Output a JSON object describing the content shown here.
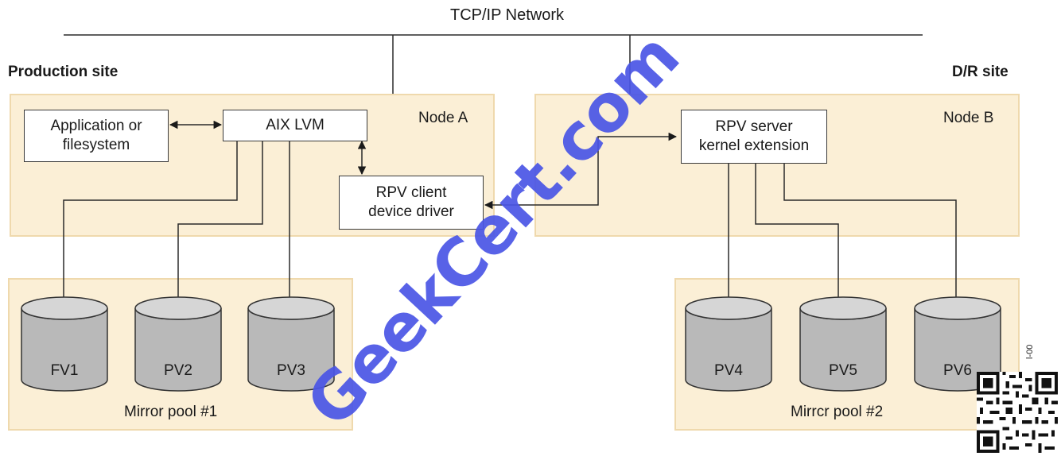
{
  "network": {
    "label": "TCP/IP Network"
  },
  "sites": {
    "production": "Production site",
    "dr": "D/R site"
  },
  "node_a": {
    "label": "Node A",
    "app_box": "Application or\nfilesystem",
    "lvm_box": "AIX LVM",
    "rpv_client_box": "RPV client\ndevice driver"
  },
  "node_b": {
    "label": "Node B",
    "rpv_server_box": "RPV server\nkernel extension"
  },
  "pool1": {
    "label": "Mirror pool #1",
    "volumes": [
      "FV1",
      "PV2",
      "PV3"
    ]
  },
  "pool2": {
    "label": "Mirrcr pool #2",
    "volumes": [
      "PV4",
      "PV5",
      "PV6"
    ]
  },
  "watermark": "GeekCert.com",
  "side_code": "l-00",
  "colors": {
    "panel_fill": "#fbefd6",
    "panel_border": "#efd9ad",
    "watermark": "#4a55e6",
    "disk_body": "#b9b9b9"
  }
}
